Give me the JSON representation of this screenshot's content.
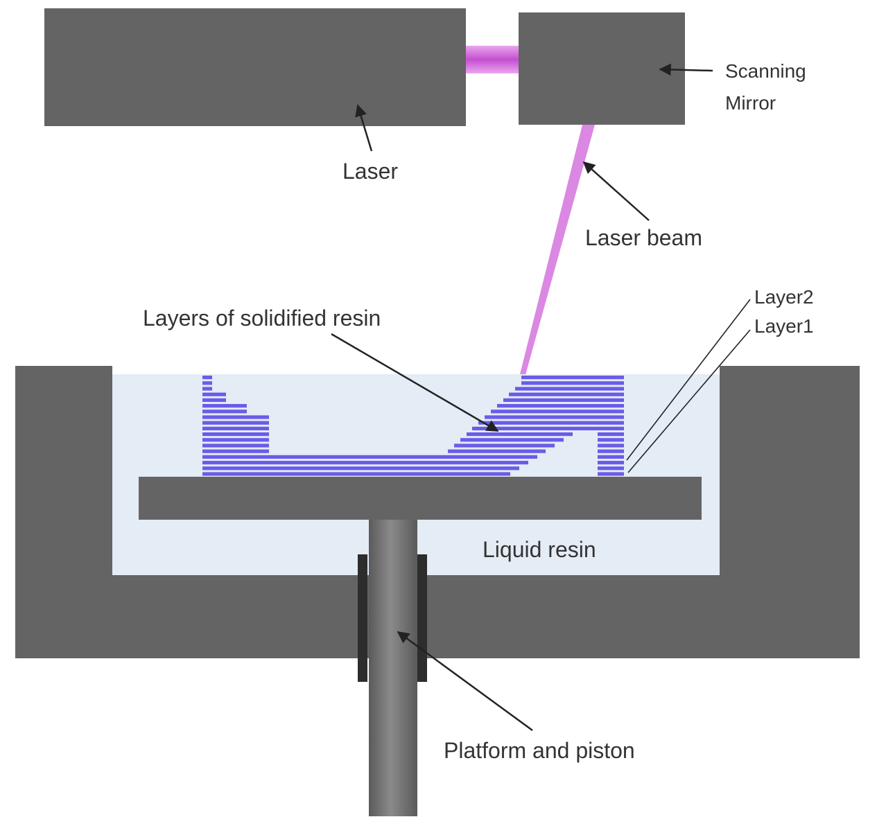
{
  "labels": {
    "laser": "Laser",
    "scanning_mirror_line1": "Scanning",
    "scanning_mirror_line2": "Mirror",
    "laser_beam": "Laser beam",
    "layers_solidified": "Layers of solidified resin",
    "layer2": "Layer2",
    "layer1": "Layer1",
    "liquid_resin": "Liquid resin",
    "platform_piston": "Platform and piston"
  },
  "colors": {
    "machine": "#646464",
    "resin_liquid": "#e4ecf5",
    "solidified_resin": "#6a5ce8",
    "laser_beam": "#d77be0",
    "arrow": "#222222"
  }
}
